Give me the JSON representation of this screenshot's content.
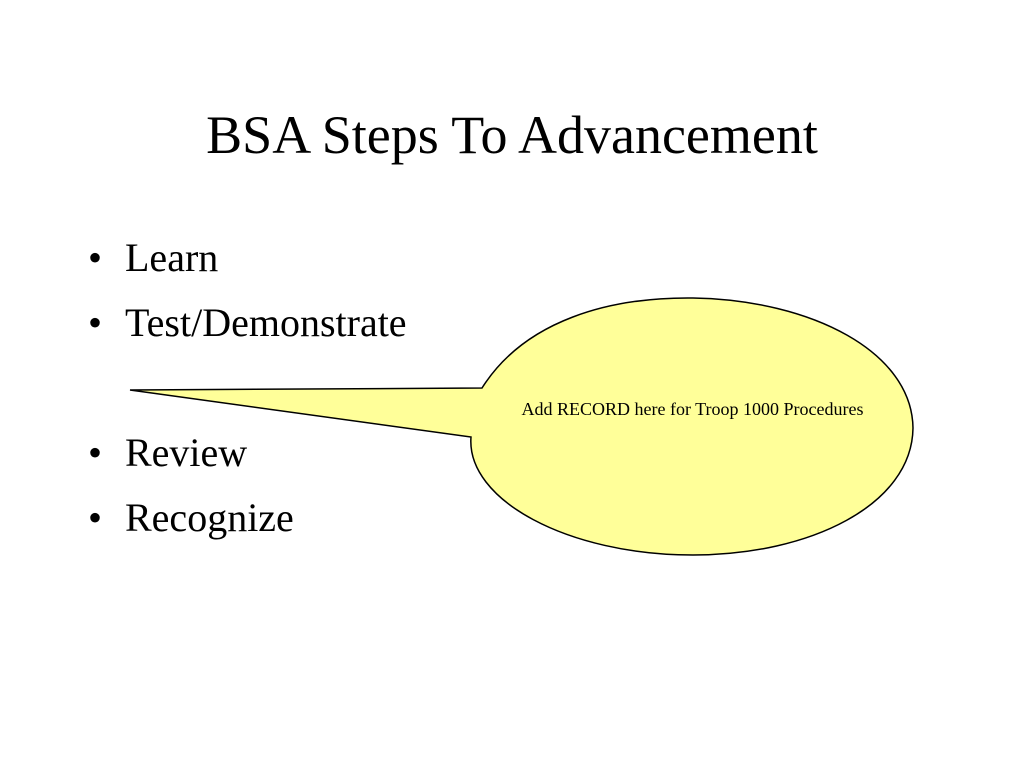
{
  "slide": {
    "title": "BSA Steps To Advancement",
    "bullet_glyph": "•",
    "bullets": [
      "Learn",
      "Test/Demonstrate",
      "Review",
      "Recognize"
    ],
    "callout": {
      "text": "Add RECORD here for Troop 1000 Procedures",
      "fill_color": "#ffff99",
      "stroke_color": "#000000"
    }
  }
}
